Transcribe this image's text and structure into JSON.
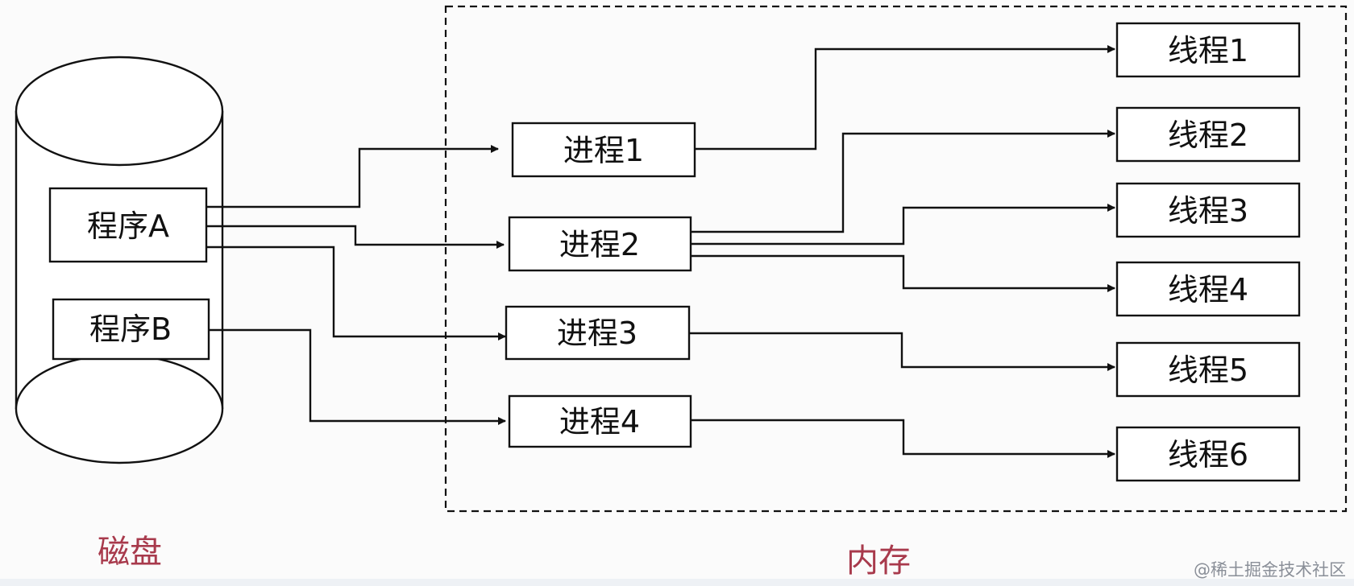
{
  "nodes": {
    "programs": [
      {
        "id": "progA",
        "label": "程序A"
      },
      {
        "id": "progB",
        "label": "程序B"
      }
    ],
    "processes": [
      {
        "id": "proc1",
        "label": "进程1"
      },
      {
        "id": "proc2",
        "label": "进程2"
      },
      {
        "id": "proc3",
        "label": "进程3"
      },
      {
        "id": "proc4",
        "label": "进程4"
      }
    ],
    "threads": [
      {
        "id": "th1",
        "label": "线程1"
      },
      {
        "id": "th2",
        "label": "线程2"
      },
      {
        "id": "th3",
        "label": "线程3"
      },
      {
        "id": "th4",
        "label": "线程4"
      },
      {
        "id": "th5",
        "label": "线程5"
      },
      {
        "id": "th6",
        "label": "线程6"
      }
    ]
  },
  "edges": [
    {
      "from": "progA",
      "to": "proc1"
    },
    {
      "from": "progA",
      "to": "proc2"
    },
    {
      "from": "progA",
      "to": "proc3"
    },
    {
      "from": "progB",
      "to": "proc4"
    },
    {
      "from": "proc1",
      "to": "th1"
    },
    {
      "from": "proc2",
      "to": "th2"
    },
    {
      "from": "proc2",
      "to": "th3"
    },
    {
      "from": "proc2",
      "to": "th4"
    },
    {
      "from": "proc3",
      "to": "th5"
    },
    {
      "from": "proc4",
      "to": "th6"
    }
  ],
  "regions": {
    "disk": {
      "label": "磁盘"
    },
    "memory": {
      "label": "内存"
    }
  },
  "watermark": {
    "text": "@稀土掘金技术社区"
  },
  "colors": {
    "line": "#111111",
    "region_label": "#a83a4c",
    "watermark": "#8a8f98",
    "background": "#fbfbfb"
  }
}
